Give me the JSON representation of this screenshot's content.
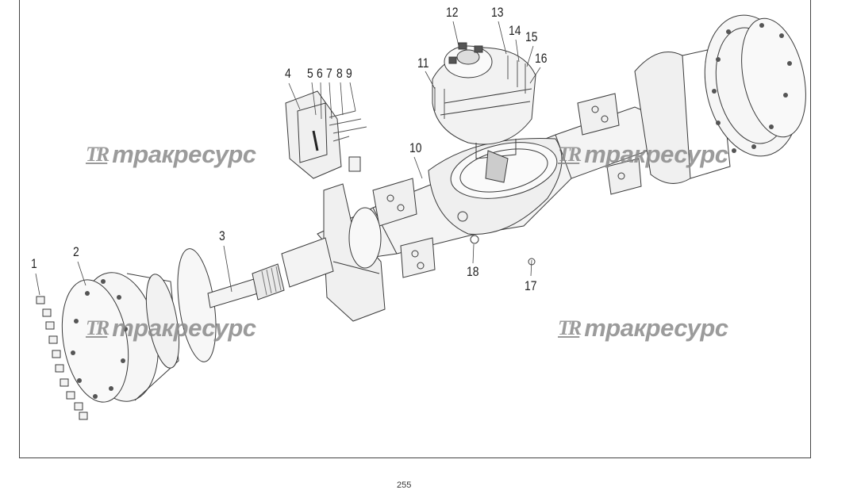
{
  "watermark": {
    "logo": "TR",
    "text": "тракресурс"
  },
  "callouts": [
    "1",
    "2",
    "3",
    "4",
    "5",
    "6",
    "7",
    "8",
    "9",
    "10",
    "11",
    "12",
    "13",
    "14",
    "15",
    "16",
    "17",
    "18"
  ],
  "page_number": "255"
}
